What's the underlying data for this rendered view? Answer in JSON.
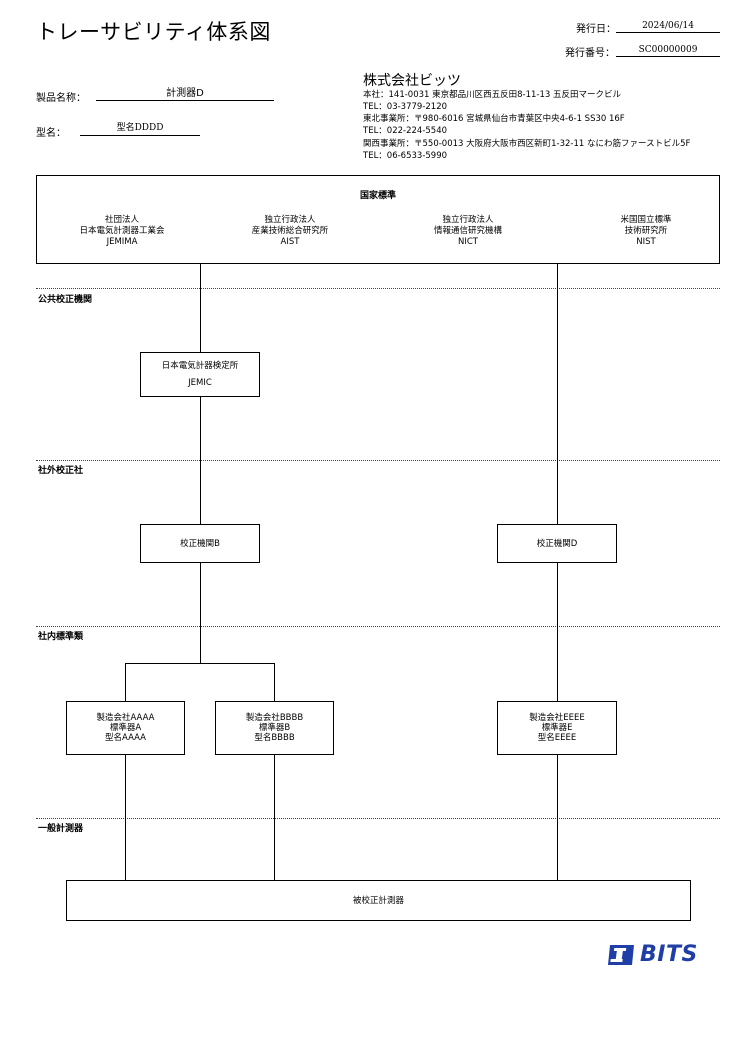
{
  "header": {
    "title": "トレーサビリティ体系図",
    "issue_date_label": "発行日：",
    "issue_date": "2024/06/14",
    "issue_no_label": "発行番号：",
    "issue_no": "SC00000009"
  },
  "product": {
    "name_label": "製品名称：",
    "name": "計測器D",
    "model_label": "型名：",
    "model": "型名DDDD"
  },
  "company": {
    "name": "株式会社ビッツ",
    "lines": [
      "本社：141-0031 東京都品川区西五反田8-11-13 五反田マークビル",
      "TEL：03-3779-2120",
      "東北事業所：〒980-6016 宮城県仙台市青葉区中央4-6-1 SS30 16F",
      "TEL：022-224-5540",
      "関西事業所：〒550-0013 大阪府大阪市西区新町1-32-11 なにわ筋ファーストビル5F",
      "TEL：06-6533-5990"
    ]
  },
  "national": {
    "title": "国家標準",
    "orgs": [
      {
        "l1": "社団法人",
        "l2": "日本電気計測器工業会",
        "l3": "JEMIMA"
      },
      {
        "l1": "独立行政法人",
        "l2": "産業技術総合研究所",
        "l3": "AIST"
      },
      {
        "l1": "独立行政法人",
        "l2": "情報通信研究機構",
        "l3": "NICT"
      },
      {
        "l1": "米国国立標準",
        "l2": "技術研究所",
        "l3": "NIST"
      }
    ]
  },
  "sections": {
    "public": "公共校正機関",
    "external": "社外校正社",
    "internal": "社内標準類",
    "general": "一般計測器"
  },
  "boxes": {
    "jemic": {
      "l1": "日本電気計器検定所",
      "l2": "JEMIC"
    },
    "cal_b": "校正機関B",
    "cal_d": "校正機関D",
    "std_a": {
      "l1": "製造会社AAAA",
      "l2": "標準器A",
      "l3": "型名AAAA"
    },
    "std_b": {
      "l1": "製造会社BBBB",
      "l2": "標準器B",
      "l3": "型名BBBB"
    },
    "std_e": {
      "l1": "製造会社EEEE",
      "l2": "標準器E",
      "l3": "型名EEEE"
    },
    "target": "被校正計測器"
  },
  "logo": {
    "text": "BITS",
    "icon": "bits-logo-icon",
    "color": "#1f3fa6"
  }
}
